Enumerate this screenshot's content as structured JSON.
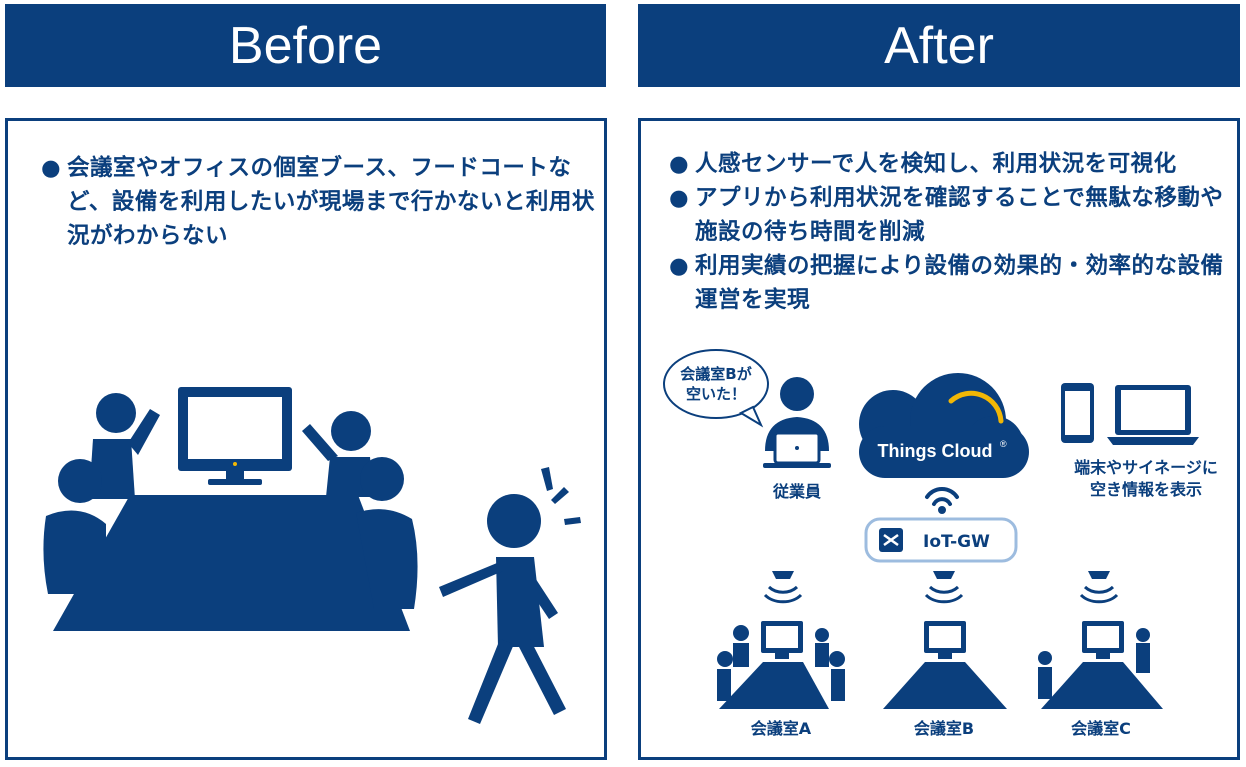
{
  "before": {
    "header": "Before",
    "bullets": [
      {
        "dot": "●",
        "text": "会議室やオフィスの個室ブース、フードコートなど、設備を利用したいが現場まで行かないと利用状況がわからない"
      }
    ]
  },
  "after": {
    "header": "After",
    "bullets": [
      {
        "dot": "●",
        "text": "人感センサーで人を検知し、利用状況を可視化"
      },
      {
        "dot": "●",
        "text": "アプリから利用状況を確認することで無駄な移動や施設の待ち時間を削減"
      },
      {
        "dot": "●",
        "text": "利用実績の把握により設備の効果的・効率的な設備運営を実現"
      }
    ],
    "diagram": {
      "speech_line1": "会議室Bが",
      "speech_line2": "空いた！",
      "employee_label": "従業員",
      "cloud_label": "Things Cloud",
      "cloud_mark": "®",
      "devices_line1": "端末やサイネージに",
      "devices_line2": "空き情報を表示",
      "gateway_label": "IoT-GW",
      "room_a": "会議室A",
      "room_b": "会議室B",
      "room_c": "会議室C"
    }
  },
  "colors": {
    "primary": "#0b3f7d",
    "gateway_border": "#9dbcdf",
    "cloud_accent": "#f2b705"
  },
  "icons": [
    "meeting-room-icon",
    "walking-person-icon",
    "employee-laptop-icon",
    "cloud-icon",
    "smartphone-icon",
    "laptop-icon",
    "wifi-icon",
    "gateway-icon",
    "sensor-icon"
  ]
}
